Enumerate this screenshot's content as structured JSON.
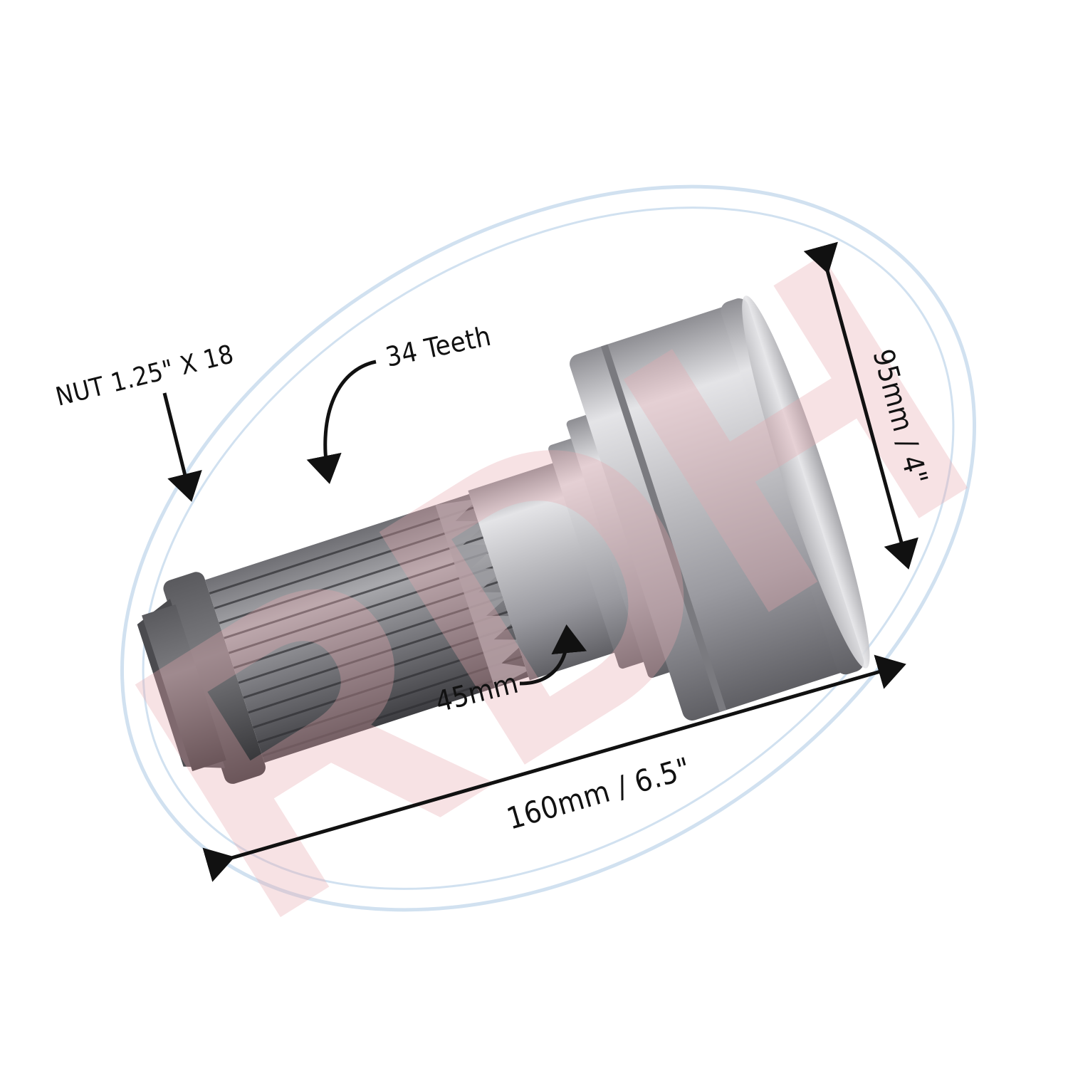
{
  "watermark": {
    "text": "RDH",
    "letter_color": "#f2c4c8",
    "ring_color": "#c5d9ec"
  },
  "labels": {
    "nut": "NUT 1.25\" X 18",
    "teeth": "34 Teeth",
    "height": "95mm / 4\"",
    "diameter": "45mm",
    "length": "160mm / 6.5\""
  },
  "colors": {
    "steel_light": "#d9d9dc",
    "steel_mid": "#a3a3a8",
    "steel_dark": "#6b6b70",
    "spline_dark": "#4a4a4e",
    "nut_dark": "#3a3a3d",
    "arrow": "#111111"
  }
}
